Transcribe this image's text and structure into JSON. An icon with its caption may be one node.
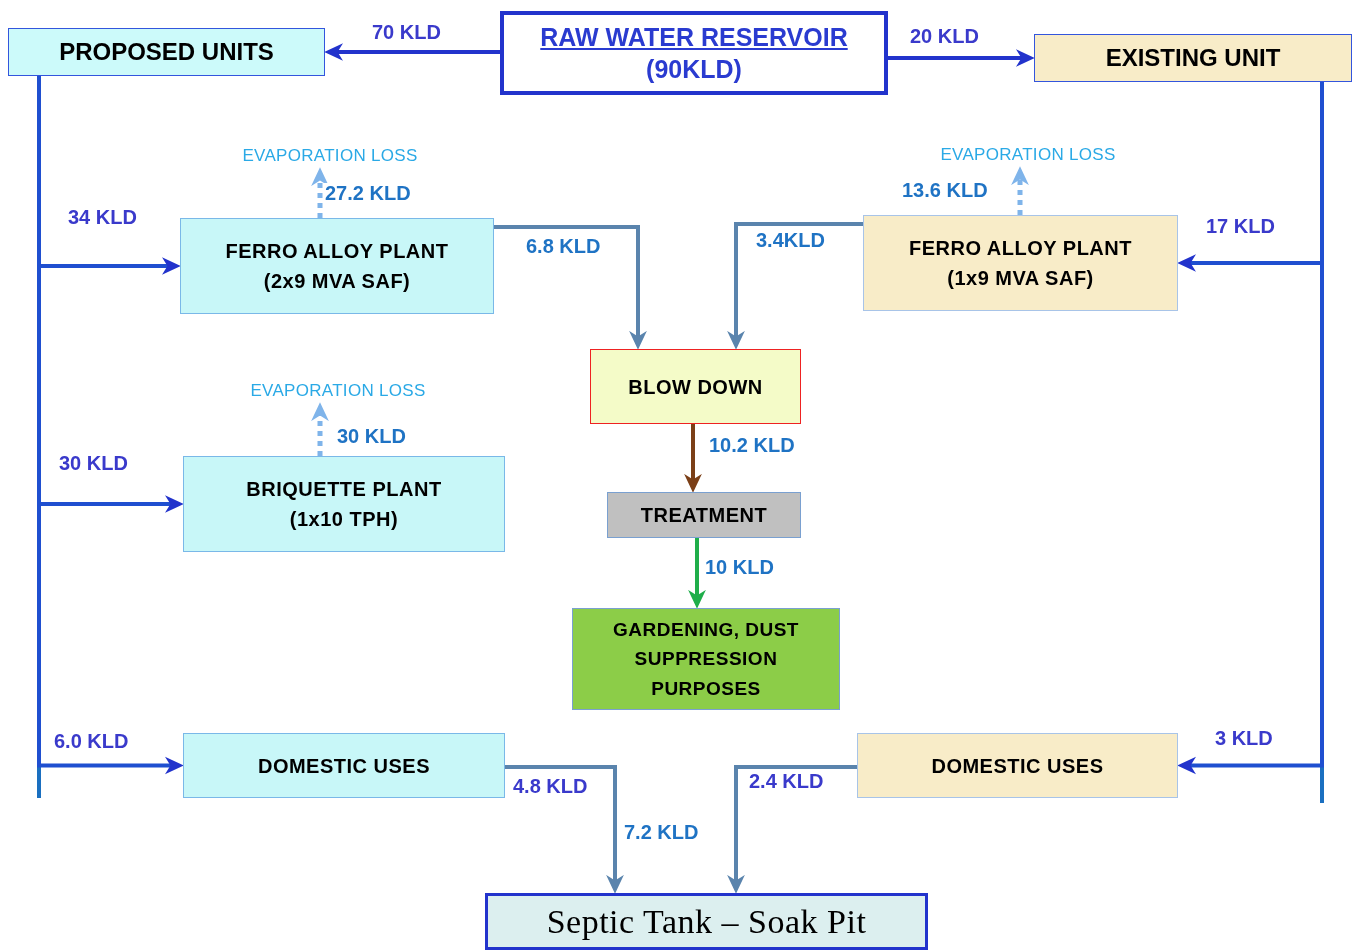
{
  "diagram": {
    "nodes": [
      {
        "text": [
          "RAW WATER RESERVOIR",
          "(90KLD)"
        ]
      },
      {
        "text": [
          "PROPOSED UNITS"
        ]
      },
      {
        "text": [
          "EXISTING UNIT"
        ]
      },
      {
        "text": [
          "FERRO ALLOY PLANT",
          "(2x9 MVA SAF)"
        ]
      },
      {
        "text": [
          "EVAPORATION LOSS"
        ]
      },
      {
        "text": [
          "FERRO ALLOY PLANT",
          "(1x9 MVA SAF)"
        ]
      },
      {
        "text": [
          "EVAPORATION LOSS"
        ]
      },
      {
        "text": [
          "BLOW DOWN"
        ]
      },
      {
        "text": [
          "EVAPORATION LOSS"
        ]
      },
      {
        "text": [
          "BRIQUETTE PLANT",
          "(1x10 TPH)"
        ]
      },
      {
        "text": [
          "TREATMENT"
        ]
      },
      {
        "text": [
          "GARDENING, DUST SUPPRESSION PURPOSES"
        ]
      },
      {
        "text": [
          "DOMESTIC USES"
        ]
      },
      {
        "text": [
          "DOMESTIC USES"
        ]
      },
      {
        "text": [
          "Septic Tank – Soak Pit"
        ]
      }
    ],
    "edges": [
      {
        "from": 0,
        "to": 1,
        "arrow": "to",
        "label": "70 KLD"
      },
      {
        "from": 0,
        "to": 2,
        "arrow": "to",
        "label": "20 KLD"
      },
      {
        "from": 1,
        "to": 3,
        "arrow": "to",
        "label": "34 KLD"
      },
      {
        "from": 1,
        "to": 9,
        "arrow": "to",
        "label": "30 KLD"
      },
      {
        "from": 1,
        "to": 12,
        "arrow": "to",
        "label": "6.0 KLD"
      },
      {
        "from": 2,
        "to": 5,
        "arrow": "to",
        "label": "17 KLD"
      },
      {
        "from": 2,
        "to": 13,
        "arrow": "to",
        "label": "3 KLD"
      },
      {
        "from": 3,
        "to": 4,
        "arrow": "to",
        "label": "27.2 KLD",
        "style": "dashed",
        "color": "#7fb4ea"
      },
      {
        "from": 5,
        "to": 6,
        "arrow": "to",
        "label": "13.6 KLD",
        "style": "dashed",
        "color": "#7fb4ea"
      },
      {
        "from": 9,
        "to": 8,
        "arrow": "to",
        "label": "30 KLD",
        "style": "dashed",
        "color": "#7fb4ea"
      },
      {
        "from": 3,
        "to": 7,
        "arrow": "to",
        "label": "6.8 KLD",
        "color": "#5a84ad"
      },
      {
        "from": 5,
        "to": 7,
        "arrow": "to",
        "label": "3.4KLD",
        "color": "#5a84ad"
      },
      {
        "from": 7,
        "to": 10,
        "arrow": "to",
        "label": "10.2 KLD",
        "color": "#7b3f17"
      },
      {
        "from": 10,
        "to": 11,
        "arrow": "to",
        "label": "10 KLD",
        "color": "#1fae4a"
      },
      {
        "from": 12,
        "to": 14,
        "arrow": "to",
        "label": "4.8 KLD",
        "color": "#5a84ad"
      },
      {
        "from": 13,
        "to": 14,
        "arrow": "to",
        "label": "2.4 KLD",
        "color": "#5a84ad"
      }
    ],
    "labels": [
      "7.2 KLD"
    ]
  }
}
